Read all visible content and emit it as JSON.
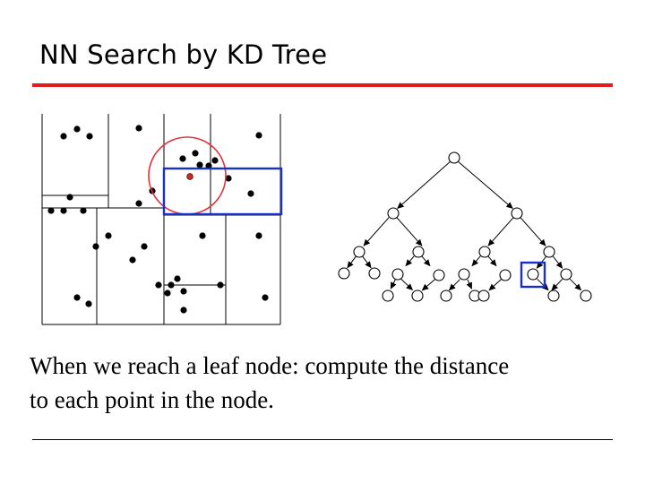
{
  "slide": {
    "title": "NN Search by KD Tree",
    "caption_line1": "When we reach a leaf node: compute the distance",
    "caption_line2": "to each point in the node."
  },
  "colors": {
    "title_rule": "#e31b1b",
    "query_point": "#d0281e",
    "search_circle": "#e0333a",
    "current_cell": "#1b2fc9",
    "ink": "#000000"
  }
}
